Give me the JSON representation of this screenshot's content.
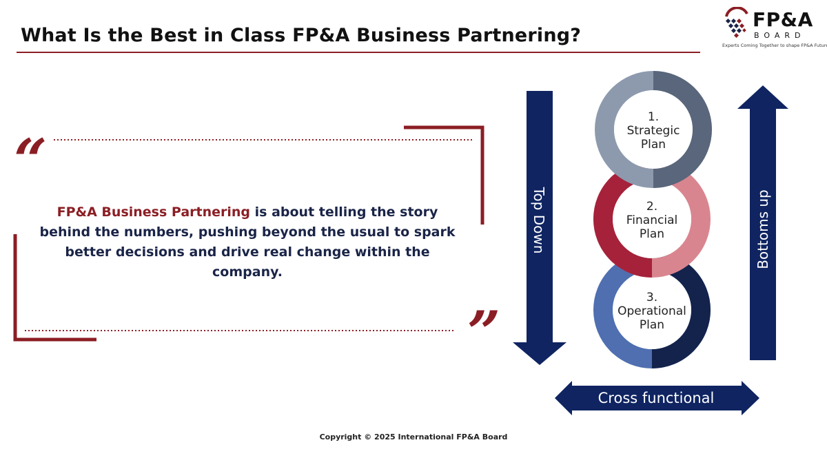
{
  "slide": {
    "title": "What Is the Best in Class FP&A Business Partnering?",
    "copyright": "Copyright © 2025 International FP&A Board"
  },
  "logo": {
    "name": "FP&A",
    "board": "BOARD",
    "tagline": "Experts Coming Together to shape FP&A Future"
  },
  "quote": {
    "highlight": "FP&A Business Partnering",
    "text": " is about telling the story behind the numbers, pushing beyond the usual to spark better decisions and drive real change within the company.",
    "open_mark": "“",
    "close_mark": "”"
  },
  "diagram": {
    "left_arrow_label": "Top Down",
    "right_arrow_label": "Bottoms up",
    "bottom_arrow_label": "Cross functional",
    "stages": [
      {
        "number": "1.",
        "line1": "Strategic",
        "line2": "Plan"
      },
      {
        "number": "2.",
        "line1": "Financial",
        "line2": "Plan"
      },
      {
        "number": "3.",
        "line1": "Operational",
        "line2": "Plan"
      }
    ]
  },
  "colors": {
    "navy": "#0f2461",
    "maroon": "#8b1e24",
    "ring1": "#8d9aae",
    "ring2": "#a5223a",
    "ring3": "#4f6fb0"
  }
}
